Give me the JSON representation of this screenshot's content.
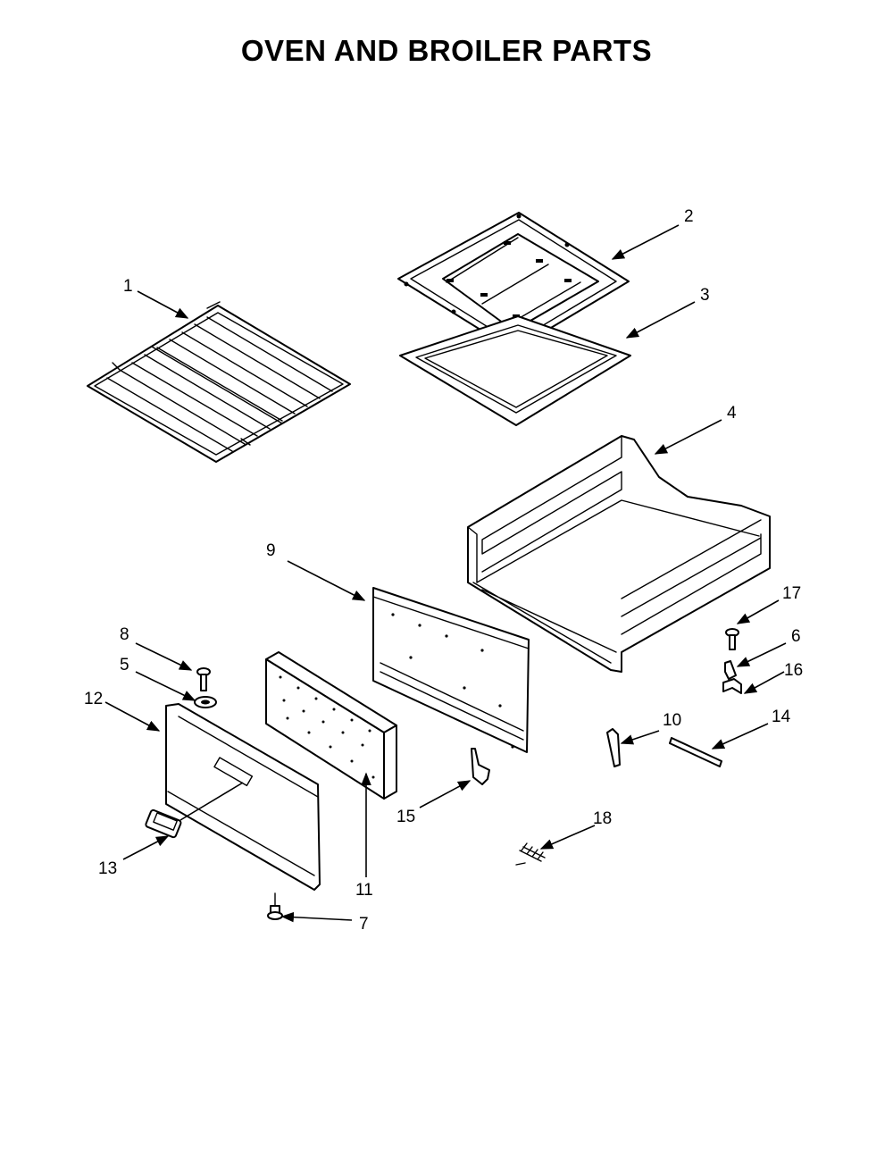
{
  "title": "OVEN AND BROILER PARTS",
  "callouts": [
    {
      "id": "1",
      "label": "1"
    },
    {
      "id": "2",
      "label": "2"
    },
    {
      "id": "3",
      "label": "3"
    },
    {
      "id": "4",
      "label": "4"
    },
    {
      "id": "5",
      "label": "5"
    },
    {
      "id": "6",
      "label": "6"
    },
    {
      "id": "7",
      "label": "7"
    },
    {
      "id": "8",
      "label": "8"
    },
    {
      "id": "9",
      "label": "9"
    },
    {
      "id": "10",
      "label": "10"
    },
    {
      "id": "11",
      "label": "11"
    },
    {
      "id": "12",
      "label": "12"
    },
    {
      "id": "13",
      "label": "13"
    },
    {
      "id": "14",
      "label": "14"
    },
    {
      "id": "15",
      "label": "15"
    },
    {
      "id": "16",
      "label": "16"
    },
    {
      "id": "17",
      "label": "17"
    },
    {
      "id": "18",
      "label": "18"
    }
  ]
}
